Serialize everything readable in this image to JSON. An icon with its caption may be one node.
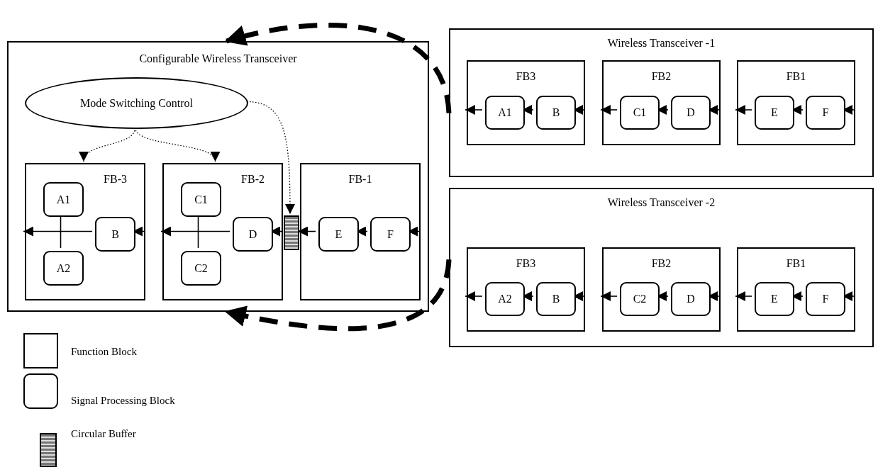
{
  "diagram": {
    "nodes": [
      {
        "text": [
          "Configurable Wireless Transceiver"
        ]
      },
      {
        "text": [
          "Mode Switching Control"
        ],
        "in": 0
      },
      {
        "text": [
          "FB-3"
        ],
        "in": 0
      },
      {
        "text": [
          "A1"
        ],
        "in": 2
      },
      {
        "text": [
          "A2"
        ],
        "in": 2
      },
      {
        "text": [
          "B"
        ],
        "in": 2
      },
      {
        "text": [
          "FB-2"
        ],
        "in": 0
      },
      {
        "text": [
          "C1"
        ],
        "in": 6
      },
      {
        "text": [
          "C2"
        ],
        "in": 6
      },
      {
        "text": [
          "D"
        ],
        "in": 6
      },
      {
        "text": [],
        "shape": "box",
        "in": 0
      },
      {
        "text": [
          "FB-1"
        ],
        "in": 0
      },
      {
        "text": [
          "E"
        ],
        "in": 11
      },
      {
        "text": [
          "F"
        ],
        "in": 11
      },
      {
        "text": [
          "Wireless Transceiver -1"
        ]
      },
      {
        "text": [
          "FB3"
        ],
        "in": 14
      },
      {
        "text": [
          "A1"
        ],
        "in": 15
      },
      {
        "text": [
          "B"
        ],
        "in": 15
      },
      {
        "text": [
          "FB2"
        ],
        "in": 14
      },
      {
        "text": [
          "C1"
        ],
        "in": 18
      },
      {
        "text": [
          "D"
        ],
        "in": 18
      },
      {
        "text": [
          "FB1"
        ],
        "in": 14
      },
      {
        "text": [
          "E"
        ],
        "in": 21
      },
      {
        "text": [
          "F"
        ],
        "in": 21
      },
      {
        "text": [
          "Wireless Transceiver -2"
        ]
      },
      {
        "text": [
          "FB3"
        ],
        "in": 24
      },
      {
        "text": [
          "A2"
        ],
        "in": 25
      },
      {
        "text": [
          "B"
        ],
        "in": 25
      },
      {
        "text": [
          "FB2"
        ],
        "in": 24
      },
      {
        "text": [
          "C2"
        ],
        "in": 28
      },
      {
        "text": [
          "D"
        ],
        "in": 28
      },
      {
        "text": [
          "FB1"
        ],
        "in": 24
      },
      {
        "text": [
          "E"
        ],
        "in": 31
      },
      {
        "text": [
          "F"
        ],
        "in": 31
      }
    ],
    "edges": [
      {
        "from": 1,
        "to": 2,
        "arrow": "to",
        "style": "dashed"
      },
      {
        "from": 1,
        "to": 6,
        "arrow": "to",
        "style": "dashed"
      },
      {
        "from": 1,
        "to": 10,
        "arrow": "to",
        "style": "dashed"
      },
      {
        "from": null,
        "to": 5,
        "arrow": "to"
      },
      {
        "from": 5,
        "to": null,
        "arrow": "to"
      },
      {
        "from": 3,
        "to": 4,
        "arrow": "none"
      },
      {
        "from": 9,
        "to": null,
        "arrow": "to"
      },
      {
        "from": 7,
        "to": 8,
        "arrow": "none"
      },
      {
        "from": 10,
        "to": 9,
        "arrow": "to"
      },
      {
        "from": 12,
        "to": 10,
        "arrow": "to"
      },
      {
        "from": 13,
        "to": 12,
        "arrow": "to"
      },
      {
        "from": null,
        "to": 13,
        "arrow": "to"
      },
      {
        "from": null,
        "to": 17,
        "arrow": "to"
      },
      {
        "from": 17,
        "to": 16,
        "arrow": "to"
      },
      {
        "from": 16,
        "to": null,
        "arrow": "to"
      },
      {
        "from": null,
        "to": 20,
        "arrow": "to"
      },
      {
        "from": 20,
        "to": 19,
        "arrow": "to"
      },
      {
        "from": 19,
        "to": null,
        "arrow": "to"
      },
      {
        "from": null,
        "to": 23,
        "arrow": "to"
      },
      {
        "from": 23,
        "to": 22,
        "arrow": "to"
      },
      {
        "from": 22,
        "to": null,
        "arrow": "to"
      },
      {
        "from": null,
        "to": 27,
        "arrow": "to"
      },
      {
        "from": 27,
        "to": 26,
        "arrow": "to"
      },
      {
        "from": 26,
        "to": null,
        "arrow": "to"
      },
      {
        "from": null,
        "to": 30,
        "arrow": "to"
      },
      {
        "from": 30,
        "to": 29,
        "arrow": "to"
      },
      {
        "from": 29,
        "to": null,
        "arrow": "to"
      },
      {
        "from": null,
        "to": 33,
        "arrow": "to"
      },
      {
        "from": 33,
        "to": 32,
        "arrow": "to"
      },
      {
        "from": 32,
        "to": null,
        "arrow": "to"
      },
      {
        "from": 14,
        "to": 0,
        "arrow": "to",
        "style": "dashed"
      },
      {
        "from": 24,
        "to": 0,
        "arrow": "to",
        "style": "dashed"
      }
    ],
    "legend": [
      {
        "text": "Function Block"
      },
      {
        "text": "Signal Processing Block"
      },
      {
        "text": "Circular Buffer"
      }
    ]
  }
}
